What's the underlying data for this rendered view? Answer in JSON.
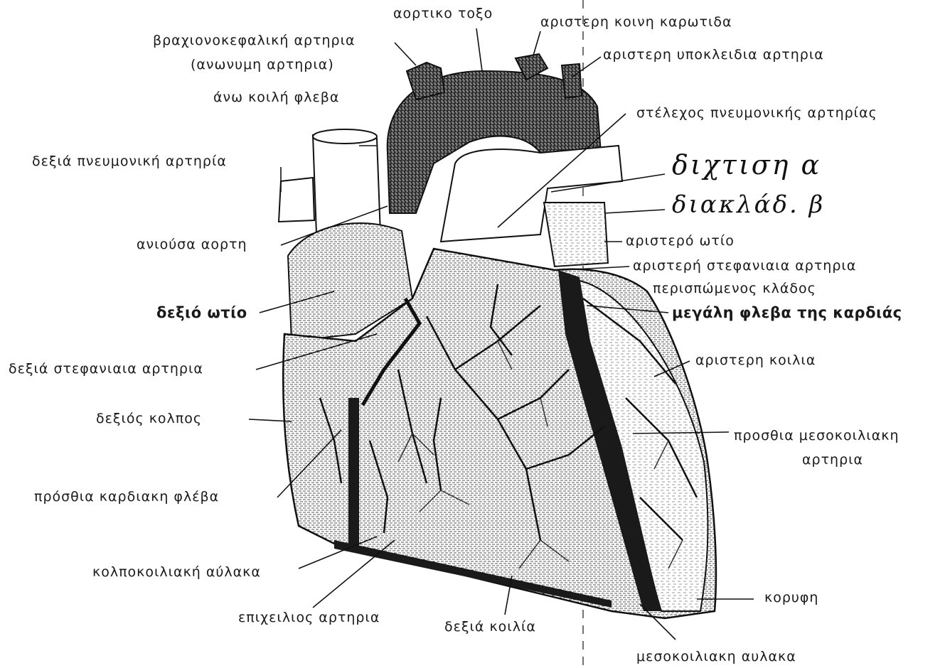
{
  "labels": {
    "aortic_arch": "αορτικο τοξο",
    "left_common_carotid": "αριστερη κοινη καρωτιδα",
    "brachiocephalic_1": "βραχιονοκεφαλική αρτηρια",
    "brachiocephalic_2": "(ανωνυμη αρτηρια)",
    "left_subclavian": "αριστερη υποκλειδια αρτηρια",
    "superior_vena_cava": "άνω κοιλή φλεβα",
    "pulmonary_trunk": "στέλεχος πνευμονικής αρτηρίας",
    "right_pulmonary_artery": "δεξιά πνευμονική αρτηρία",
    "ascending_aorta": "ανιούσα αορτη",
    "left_auricle": "αριστερό ωτίο",
    "left_coronary_1": "αριστερή στεφανιαια αρτηρια",
    "left_coronary_2": "περισπώμενος κλάδος",
    "right_auricle": "δεξιό ωτίο",
    "great_cardiac_vein": "μεγάλη φλεβα της καρδιάς",
    "right_coronary": "δεξιά στεφανιαια αρτηρια",
    "left_ventricle": "αριστερη κοιλια",
    "right_atrium": "δεξιός κολπος",
    "anterior_interventricular_1": "προσθια μεσοκοιλιακη",
    "anterior_interventricular_2": "αρτηρια",
    "anterior_cardiac_vein": "πρόσθια καρδιακη φλέβα",
    "coronary_sulcus": "κολποκοιλιακή αύλακα",
    "apex": "κορυφη",
    "marginal_artery": "επιχειλιος αρτηρια",
    "right_ventricle": "δεξιά κοιλία",
    "interventricular_sulcus": "μεσοκοιλιακη αυλακα"
  },
  "handwritten": {
    "line_a": "διχτιση α",
    "line_b": "διακλάδ. β"
  },
  "colors": {
    "ink": "#1a1a1a",
    "stipple": "#3a3a3a",
    "paper": "#ffffff"
  }
}
